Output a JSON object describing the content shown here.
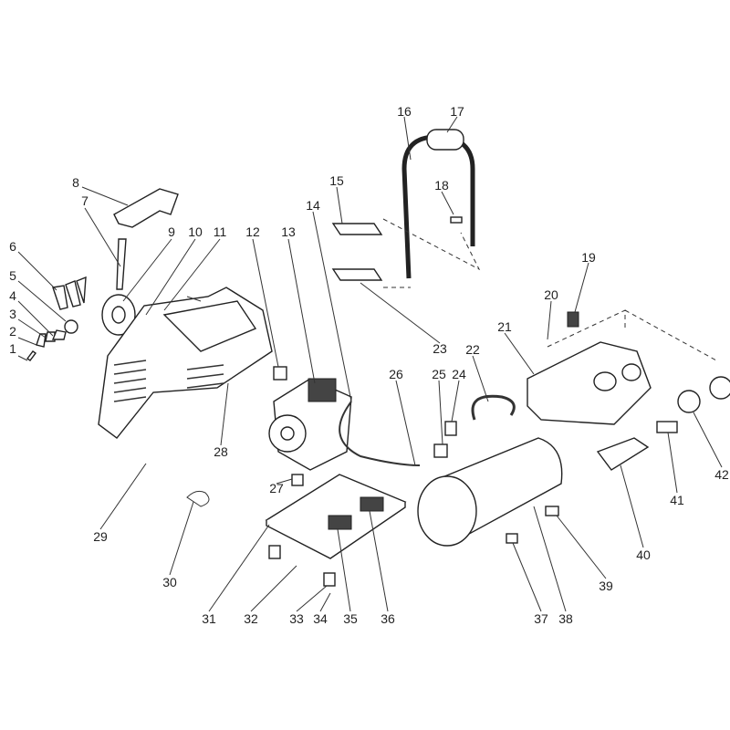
{
  "diagram": {
    "type": "exploded-parts-view",
    "labels": [
      "1",
      "2",
      "3",
      "4",
      "5",
      "6",
      "7",
      "8",
      "9",
      "10",
      "11",
      "12",
      "13",
      "14",
      "15",
      "16",
      "17",
      "18",
      "19",
      "20",
      "21",
      "22",
      "23",
      "24",
      "25",
      "26",
      "27",
      "28",
      "29",
      "30",
      "31",
      "32",
      "33",
      "34",
      "35",
      "36",
      "37",
      "38",
      "39",
      "40",
      "41",
      "42"
    ]
  }
}
